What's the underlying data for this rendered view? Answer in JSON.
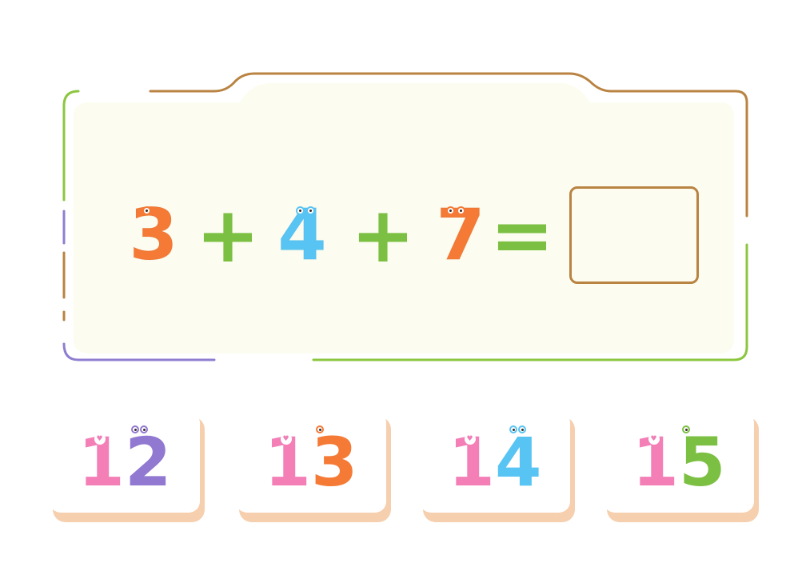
{
  "equation": {
    "terms": [
      {
        "text": "3",
        "color": "#f47a36"
      },
      {
        "text": "+",
        "color": "#7cc043"
      },
      {
        "text": "4",
        "color": "#58c4f3"
      },
      {
        "text": "+",
        "color": "#7cc043"
      },
      {
        "text": "7",
        "color": "#f47a36"
      },
      {
        "text": "=",
        "color": "#7cc043"
      }
    ],
    "answer": ""
  },
  "options": [
    {
      "tens": "1",
      "ones": "2",
      "tens_color": "#f47fb7",
      "ones_color": "#9178d1"
    },
    {
      "tens": "1",
      "ones": "3",
      "tens_color": "#f47fb7",
      "ones_color": "#f47a36"
    },
    {
      "tens": "1",
      "ones": "4",
      "tens_color": "#f47fb7",
      "ones_color": "#58c4f3"
    },
    {
      "tens": "1",
      "ones": "5",
      "tens_color": "#f47fb7",
      "ones_color": "#7cc043"
    }
  ],
  "colors": {
    "board_fill": "#fcfdf0",
    "frame_brown": "#b98342",
    "frame_green": "#8cc63f",
    "frame_purple": "#8f7ed0",
    "card_shadow": "#f6cfae"
  }
}
